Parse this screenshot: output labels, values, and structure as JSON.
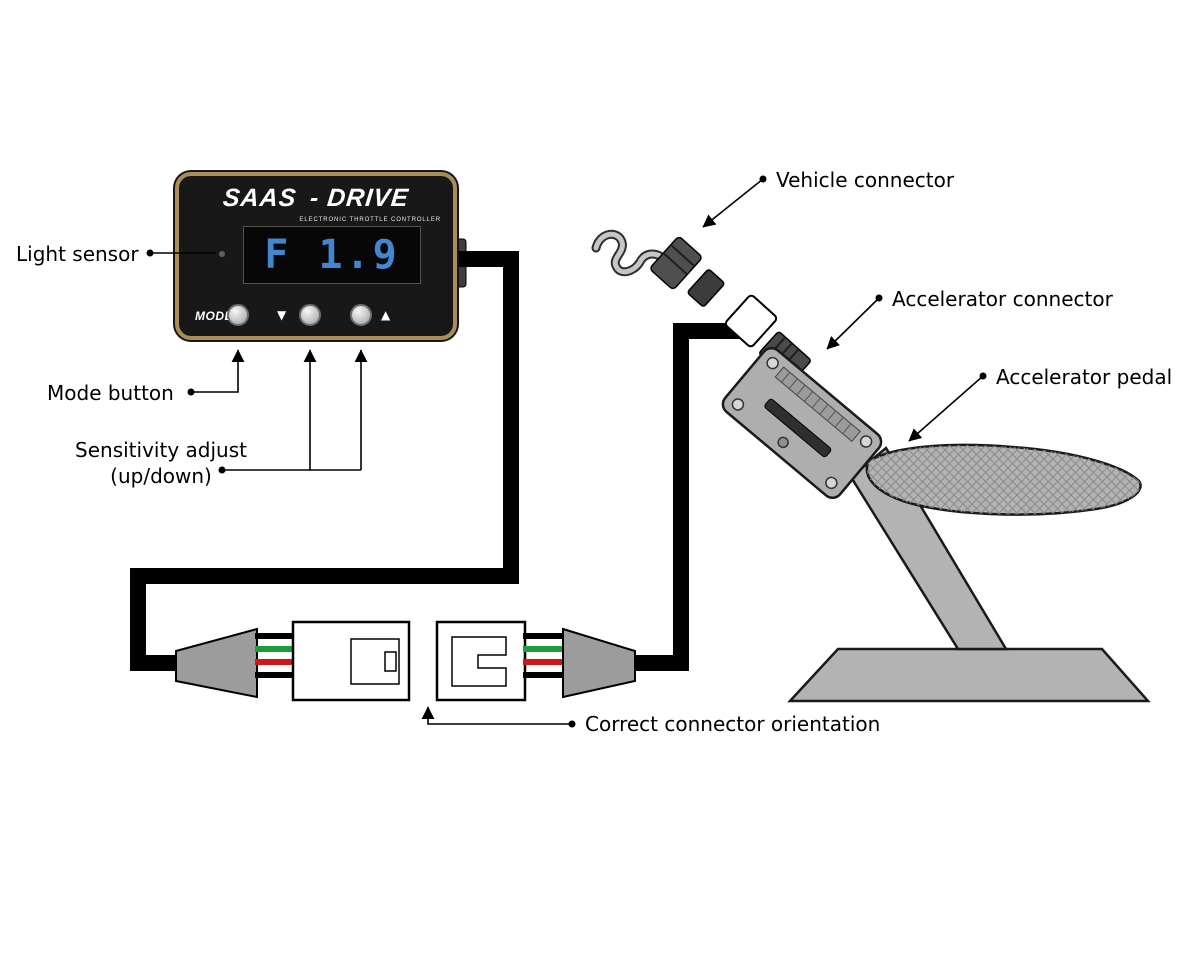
{
  "device": {
    "brand": "SAAS",
    "brand_suffix": "- DRIVE",
    "subtitle": "ELECTRONIC THROTTLE CONTROLLER",
    "display_value": "F 1.9",
    "mode_label": "MODE",
    "down_glyph": "▼",
    "up_glyph": "▲",
    "display_color": "#4285d0",
    "bezel_color": "#ab8d5c"
  },
  "labels": {
    "light_sensor": "Light sensor",
    "mode_button": "Mode button",
    "sensitivity_adjust_line1": "Sensitivity adjust",
    "sensitivity_adjust_line2": "(up/down)",
    "vehicle_connector": "Vehicle connector",
    "accelerator_connector": "Accelerator connector",
    "accelerator_pedal": "Accelerator pedal",
    "correct_connector_orientation": "Correct connector orientation"
  },
  "wire_colors": [
    "#000000",
    "#1f9d3a",
    "#d01616",
    "#000000"
  ]
}
